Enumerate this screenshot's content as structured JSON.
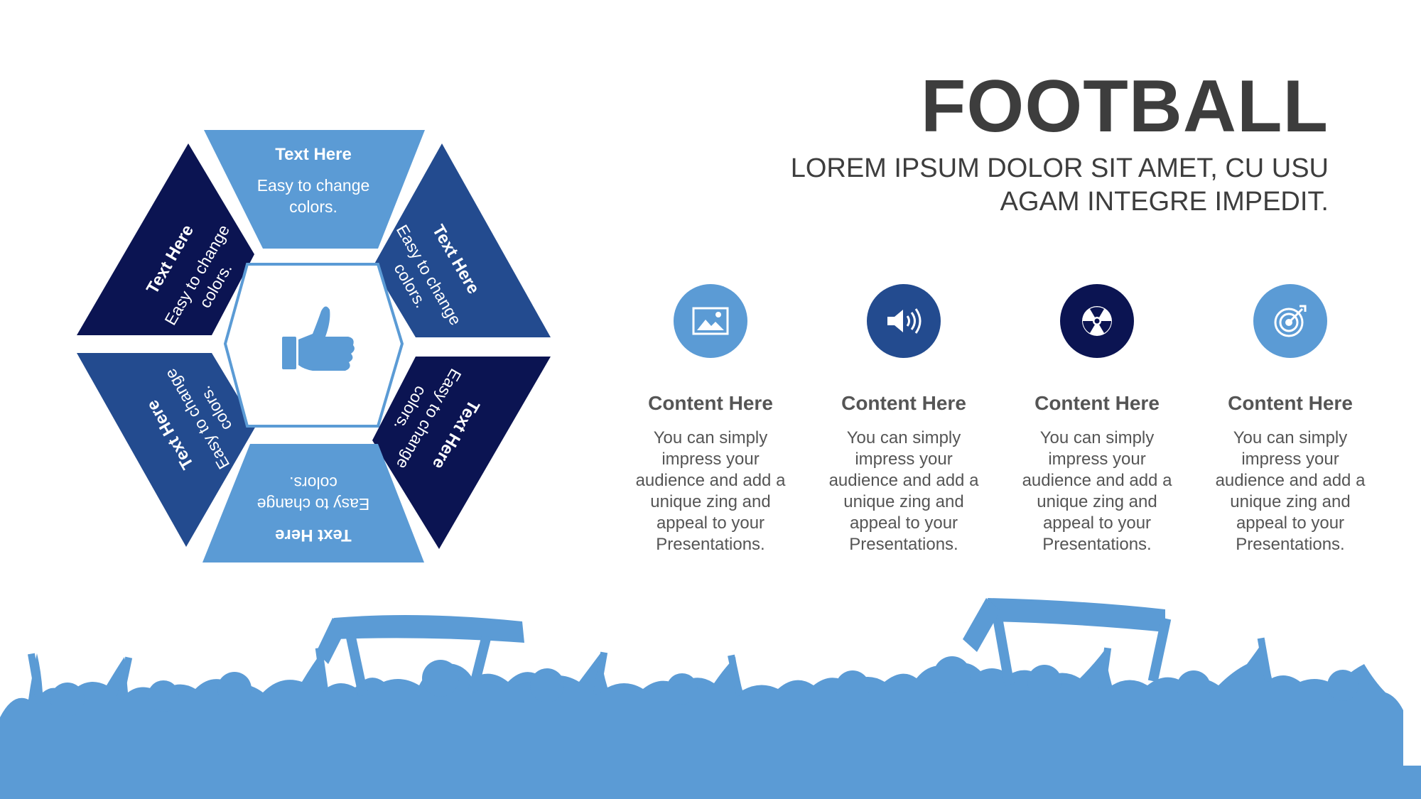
{
  "header": {
    "title": "FOOTBALL",
    "subtitle_line1": "LOREM IPSUM DOLOR SIT AMET, CU USU",
    "subtitle_line2": "AGAM INTEGRE IMPEDIT."
  },
  "hexagon": {
    "segments": [
      {
        "heading": "Text Here",
        "line1": "Easy to change",
        "line2": "colors."
      },
      {
        "heading": "Text Here",
        "line1": "Easy to change",
        "line2": "colors."
      },
      {
        "heading": "Text Here",
        "line1": "Easy to change",
        "line2": "colors."
      },
      {
        "heading": "Text Here",
        "line1": "Easy to change",
        "line2": "colors."
      },
      {
        "heading": "Text Here",
        "line1": "Easy to change",
        "line2": "colors."
      },
      {
        "heading": "Text Here",
        "line1": "Easy to change",
        "line2": "colors."
      }
    ],
    "center_icon": "thumbs-up-icon"
  },
  "columns": [
    {
      "icon": "image-icon",
      "heading": "Content  Here",
      "body": "You can simply impress your audience and add a unique zing and appeal to your Presentations."
    },
    {
      "icon": "speaker-icon",
      "heading": "Content  Here",
      "body": "You can simply impress your audience and add a unique zing and appeal to your Presentations."
    },
    {
      "icon": "radiation-icon",
      "heading": "Content  Here",
      "body": "You can simply impress your audience and add a unique zing and appeal to your Presentations."
    },
    {
      "icon": "target-icon",
      "heading": "Content  Here",
      "body": "You can simply impress your audience and add a unique zing and appeal to your Presentations."
    }
  ],
  "colors": {
    "light_blue": "#5b9bd5",
    "mid_blue": "#234b8f",
    "navy": "#0b1452",
    "crowd": "#5b9bd5",
    "text_dark": "#3d3d3d",
    "text_gray": "#555555"
  }
}
